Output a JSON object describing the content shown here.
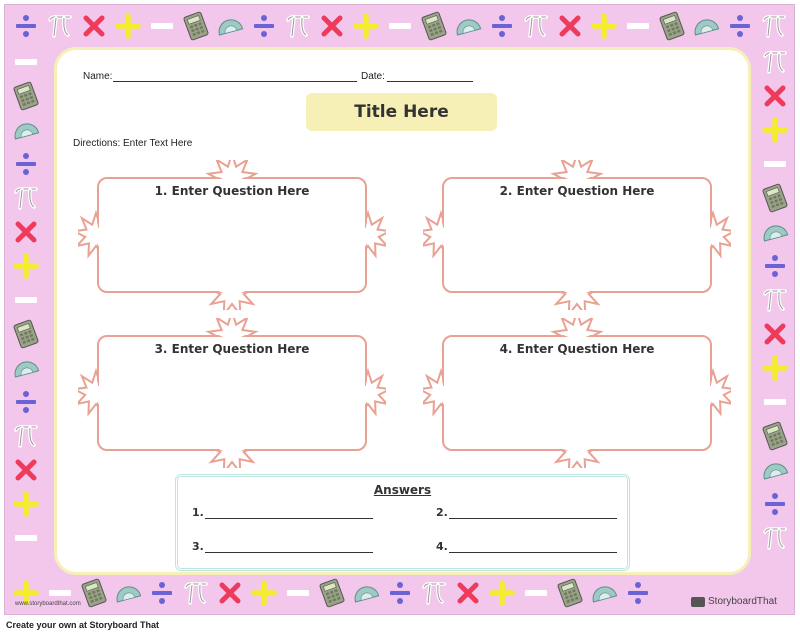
{
  "worksheet": {
    "name_label": "Name:",
    "date_label": "Date:",
    "title": "Title Here",
    "directions": "Directions: Enter Text Here",
    "questions": [
      "1. Enter Question Here",
      "2. Enter Question Here",
      "3. Enter Question Here",
      "4. Enter Question Here"
    ],
    "answers": {
      "title": "Answers",
      "items": [
        "1.",
        "2.",
        "3.",
        "4."
      ]
    }
  },
  "border": {
    "background_color": "#f3c6ec",
    "frame_color": "#f7f0b6",
    "question_outline_color": "#e9a193",
    "answers_outline_color": "#bfe5e1",
    "icons": [
      "divide-icon",
      "pi-icon",
      "times-icon",
      "plus-icon",
      "minus-icon",
      "calculator-icon",
      "protractor-icon"
    ]
  },
  "branding": {
    "watermark": "www.storyboardthat.com",
    "logo_text": "StoryboardThat",
    "footer": "Create your own at Storyboard That"
  }
}
